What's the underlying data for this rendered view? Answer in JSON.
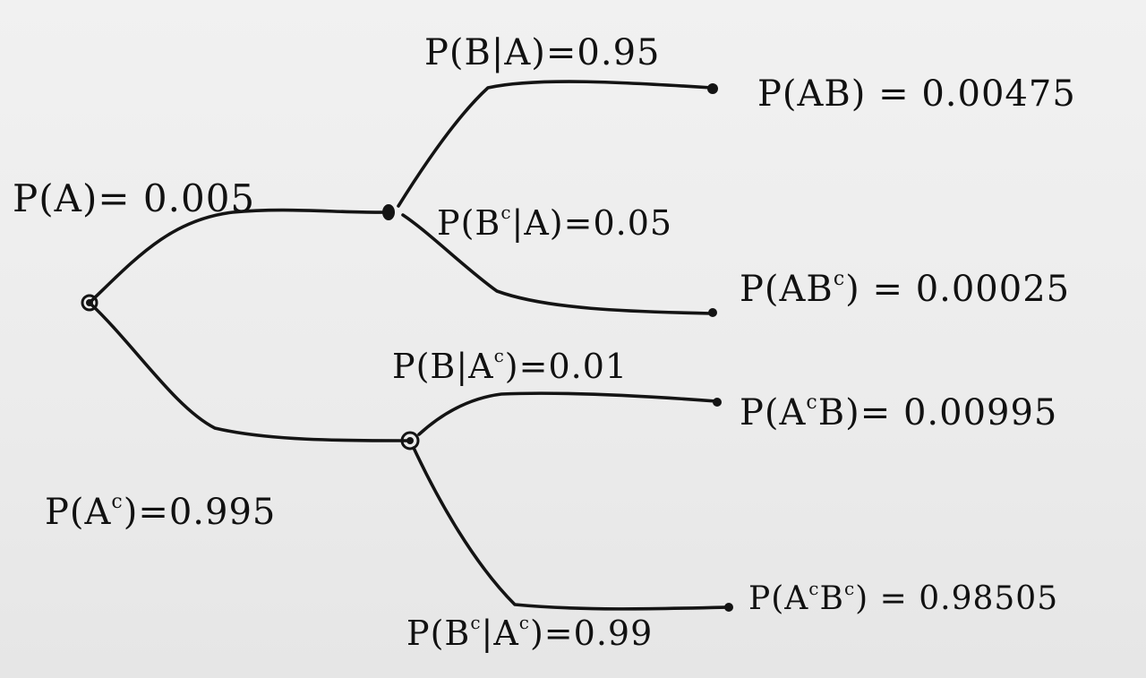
{
  "tree": {
    "first_level": {
      "p_a": "P(A)= 0.005",
      "p_ac_prefix": "P(A",
      "p_ac_sup": "c",
      "p_ac_suffix": ")=0.995"
    },
    "second_level": {
      "p_b_given_a": "P(B|A)=0.95",
      "p_bc_given_a_prefix": "P(B",
      "p_bc_given_a_sup": "c",
      "p_bc_given_a_suffix": "|A)=0.05",
      "p_b_given_ac_prefix": "P(B|A",
      "p_b_given_ac_sup": "c",
      "p_b_given_ac_suffix": ")=0.01",
      "p_bc_given_ac_prefix": "P(B",
      "p_bc_given_ac_sup": "c",
      "p_bc_given_ac_mid": "|A",
      "p_bc_given_ac_sup2": "c",
      "p_bc_given_ac_suffix": ")=0.99"
    },
    "outcomes": {
      "p_ab": "P(AB) = 0.00475",
      "p_abc_prefix": "P(AB",
      "p_abc_sup": "c",
      "p_abc_suffix": ") = 0.00025",
      "p_acb_prefix": "P(A",
      "p_acb_sup": "c",
      "p_acb_suffix": "B)= 0.00995",
      "p_acbc_prefix": "P(A",
      "p_acbc_sup": "c",
      "p_acbc_mid": "B",
      "p_acbc_sup2": "c",
      "p_acbc_suffix": ") = 0.98505"
    }
  }
}
